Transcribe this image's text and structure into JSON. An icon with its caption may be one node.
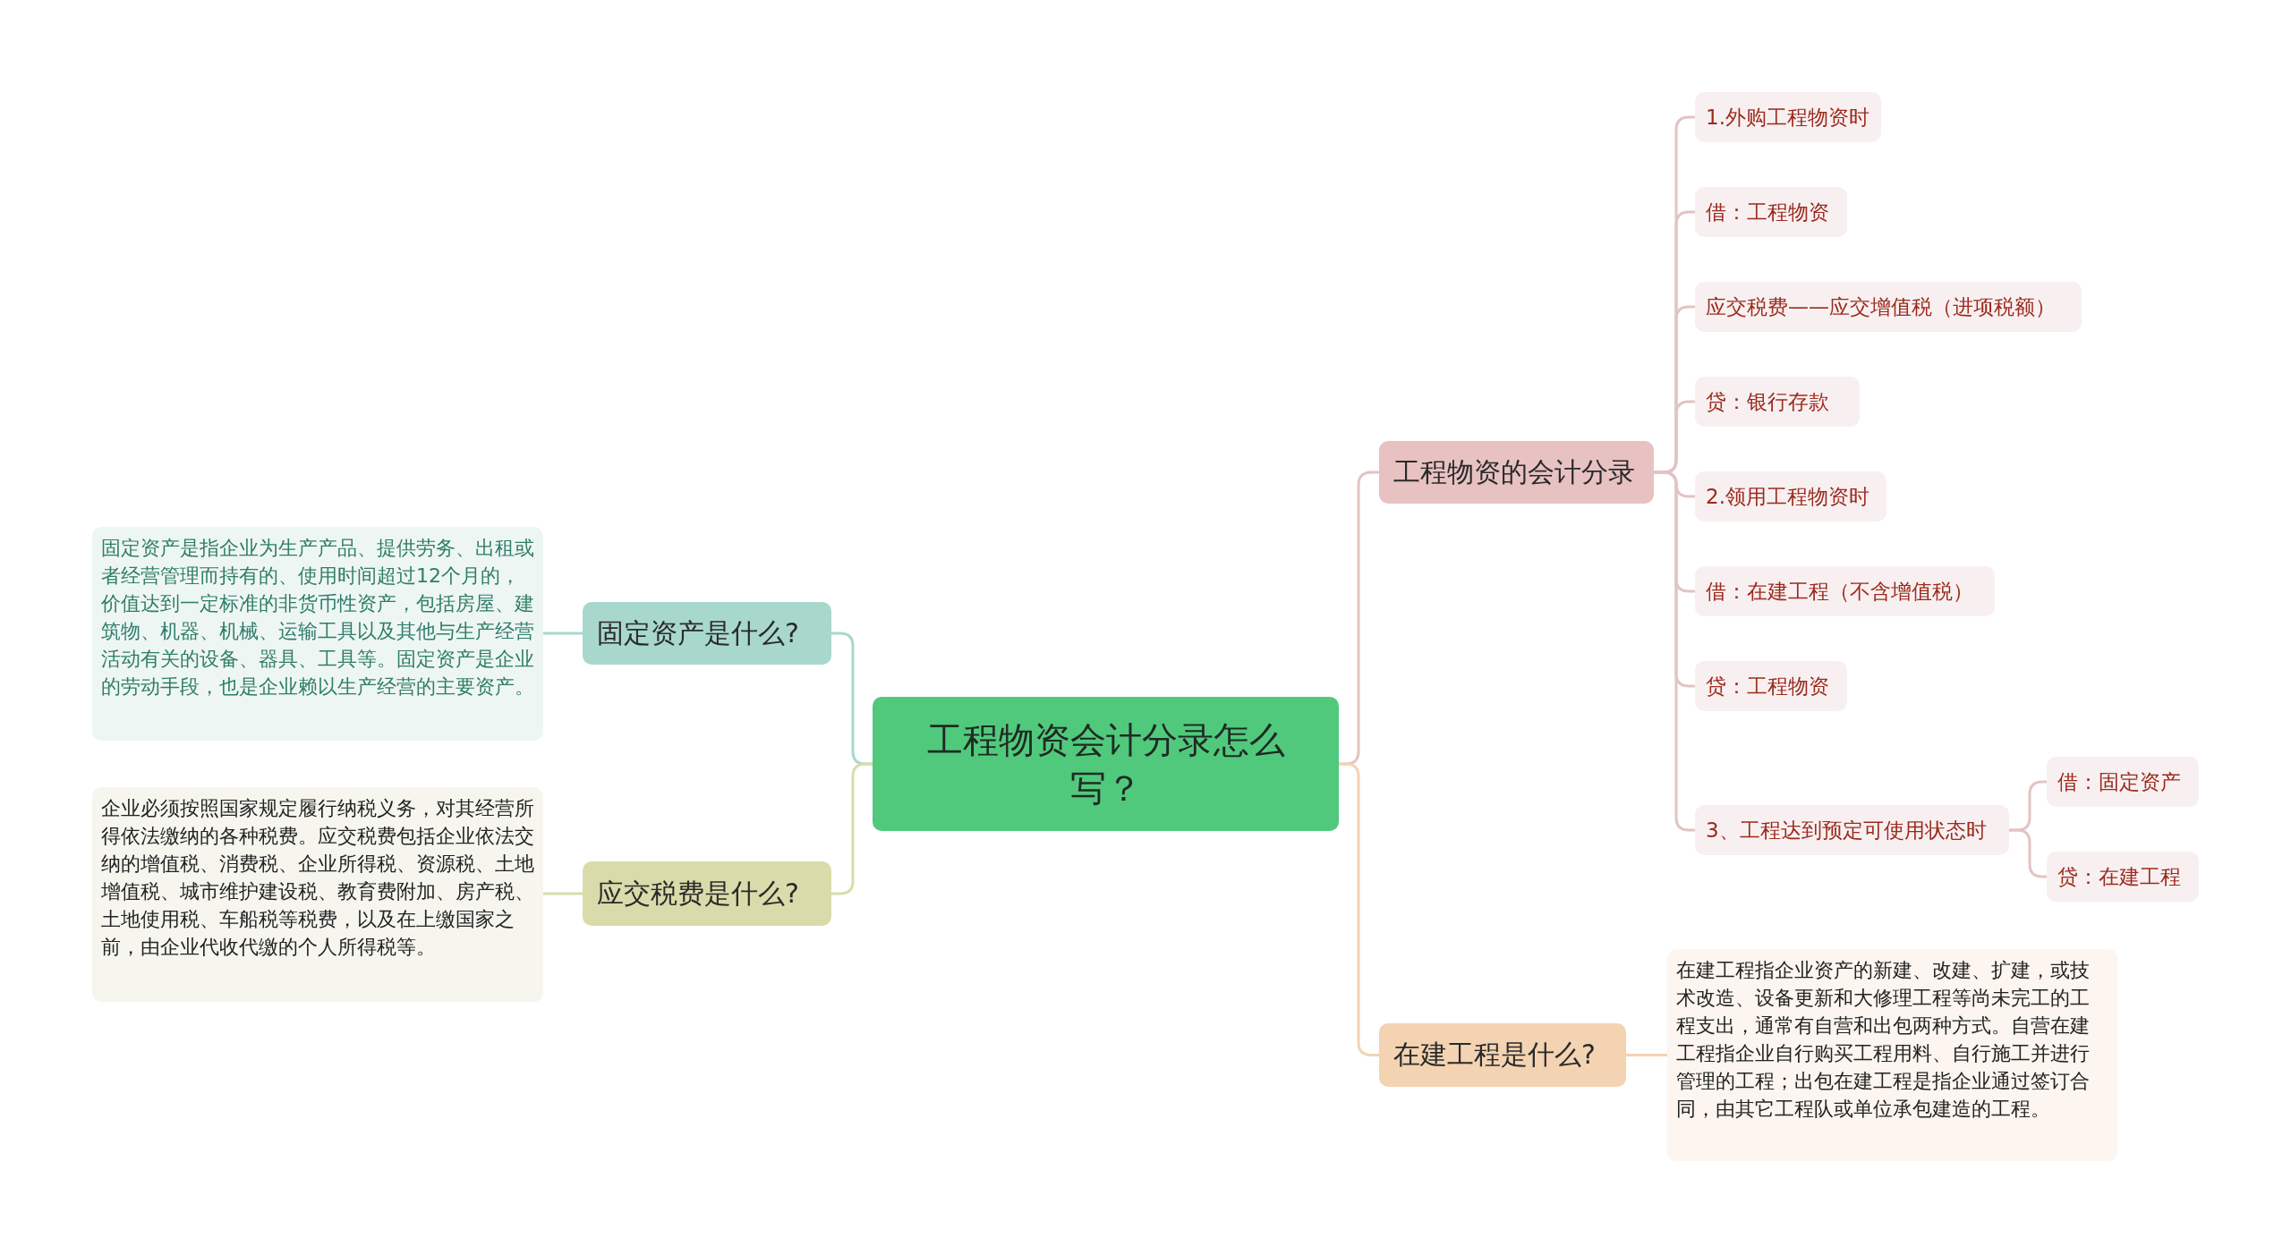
{
  "diagram": {
    "nodes": [
      {
        "text": [
          "工程物资会计分录怎么写？"
        ]
      },
      {
        "text": [
          "固定资产是什么?"
        ]
      },
      {
        "text": [
          "固定资产是指企业为生产产品、提供劳务、出租或者经营管理而持有的、使用时间超过12个月的，价值达到一定标准的非货币性资产，包括房屋、建筑物、机器、机械、运输工具以及其他与生产经营活动有关的设备、器具、工具等。固定资产是企业的劳动手段，也是企业赖以生产经营的主要资产。"
        ]
      },
      {
        "text": [
          "应交税费是什么?"
        ]
      },
      {
        "text": [
          "企业必须按照国家规定履行纳税义务，对其经营所得依法缴纳的各种税费。应交税费包括企业依法交纳的增值税、消费税、企业所得税、资源税、土地增值税、城市维护建设税、教育费附加、房产税、土地使用税、车船税等税费，以及在上缴国家之前，由企业代收代缴的个人所得税等。"
        ]
      },
      {
        "text": [
          "工程物资的会计分录"
        ]
      },
      {
        "text": [
          "1.外购工程物资时"
        ]
      },
      {
        "text": [
          "借：工程物资"
        ]
      },
      {
        "text": [
          "应交税费——应交增值税（进项税额）"
        ]
      },
      {
        "text": [
          "贷：银行存款"
        ]
      },
      {
        "text": [
          "2.领用工程物资时"
        ]
      },
      {
        "text": [
          "借：在建工程（不含增值税）"
        ]
      },
      {
        "text": [
          "贷：工程物资"
        ]
      },
      {
        "text": [
          "3、工程达到预定可使用状态时"
        ]
      },
      {
        "text": [
          "借：固定资产"
        ]
      },
      {
        "text": [
          "贷：在建工程"
        ]
      },
      {
        "text": [
          "在建工程是什么?"
        ]
      },
      {
        "text": [
          "在建工程指企业资产的新建、改建、扩建，或技术改造、设备更新和大修理工程等尚未完工的工程支出，通常有自营和出包两种方式。自营在建工程指企业自行购买工程用料、自行施工并进行管理的工程；出包在建工程是指企业通过签订合同，由其它工程队或单位承包建造的工程。"
        ]
      }
    ],
    "edges": [
      {
        "from": 0,
        "to": 1,
        "arrow": "none",
        "color": "#a8d8cc"
      },
      {
        "from": 1,
        "to": 2,
        "arrow": "none",
        "color": "#a8d8cc"
      },
      {
        "from": 0,
        "to": 3,
        "arrow": "none",
        "color": "#d9dcaa"
      },
      {
        "from": 3,
        "to": 4,
        "arrow": "none",
        "color": "#d9dcaa"
      },
      {
        "from": 0,
        "to": 5,
        "arrow": "none"
      },
      {
        "from": 5,
        "to": 6,
        "arrow": "none"
      },
      {
        "from": 5,
        "to": 7,
        "arrow": "none"
      },
      {
        "from": 5,
        "to": 8,
        "arrow": "none"
      },
      {
        "from": 5,
        "to": 9,
        "arrow": "none"
      },
      {
        "from": 5,
        "to": 10,
        "arrow": "none"
      },
      {
        "from": 5,
        "to": 11,
        "arrow": "none"
      },
      {
        "from": 5,
        "to": 12,
        "arrow": "none"
      },
      {
        "from": 5,
        "to": 13,
        "arrow": "none"
      },
      {
        "from": 13,
        "to": 14,
        "arrow": "none"
      },
      {
        "from": 13,
        "to": 15,
        "arrow": "none"
      },
      {
        "from": 0,
        "to": 16,
        "arrow": "none",
        "color": "#f3d3b2"
      },
      {
        "from": 16,
        "to": 17,
        "arrow": "none",
        "color": "#f3d3b2"
      }
    ]
  }
}
